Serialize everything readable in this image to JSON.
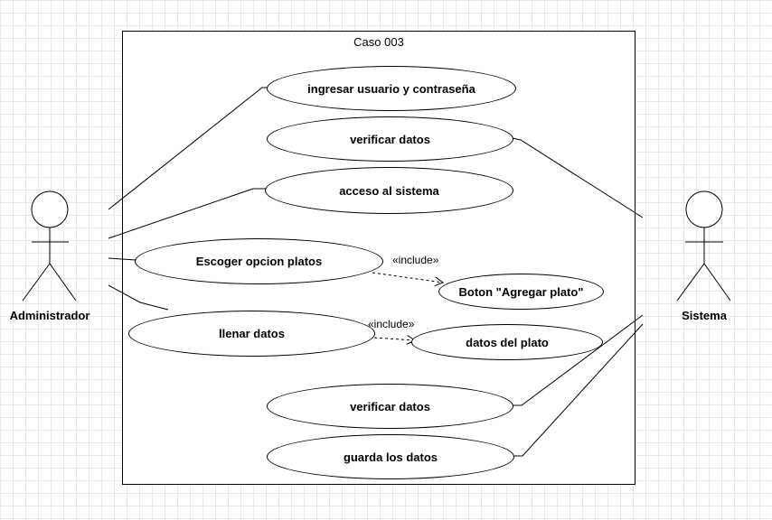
{
  "boundary": {
    "title": "Caso 003"
  },
  "actors": {
    "admin": {
      "name": "Administrador"
    },
    "system": {
      "name": "Sistema"
    }
  },
  "use_cases": {
    "uc1": "ingresar usuario y contraseña",
    "uc2": "verificar datos",
    "uc3": "acceso al sistema",
    "uc4": "Escoger opcion platos",
    "uc5": "Boton \"Agregar plato\"",
    "uc6": "llenar datos",
    "uc7": "datos del plato",
    "uc8": "verificar datos",
    "uc9": "guarda los datos"
  },
  "relations": {
    "include_1": "«include»",
    "include_2": "«include»"
  }
}
